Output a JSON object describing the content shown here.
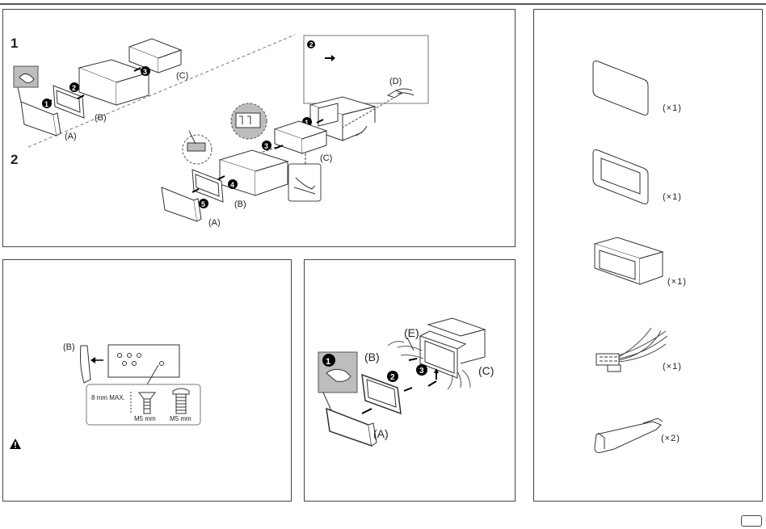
{
  "install": {
    "step1": "1",
    "step2": "2",
    "labels": {
      "a1": "(A)",
      "b1": "(B)",
      "c1": "(C)",
      "d": "(D)",
      "c2": "(C)",
      "b2": "(B)",
      "a2": "(A)"
    }
  },
  "screw": {
    "label_b": "(B)",
    "max": "8 mm MAX.",
    "m5a": "M5 mm",
    "m5b": "M5 mm"
  },
  "removal": {
    "label_e": "(E)",
    "label_b": "(B)",
    "label_c": "(C)",
    "label_a": "(A)"
  },
  "parts": [
    {
      "name": "faceplate",
      "qty": "(×1)"
    },
    {
      "name": "trim-plate",
      "qty": "(×1)"
    },
    {
      "name": "mounting-sleeve",
      "qty": "(×1)"
    },
    {
      "name": "wiring-harness",
      "qty": "(×1)"
    },
    {
      "name": "extraction-key",
      "qty": "(×2)"
    }
  ],
  "colors": {
    "callout_bg": "#bdbdbd",
    "line": "#333333"
  }
}
